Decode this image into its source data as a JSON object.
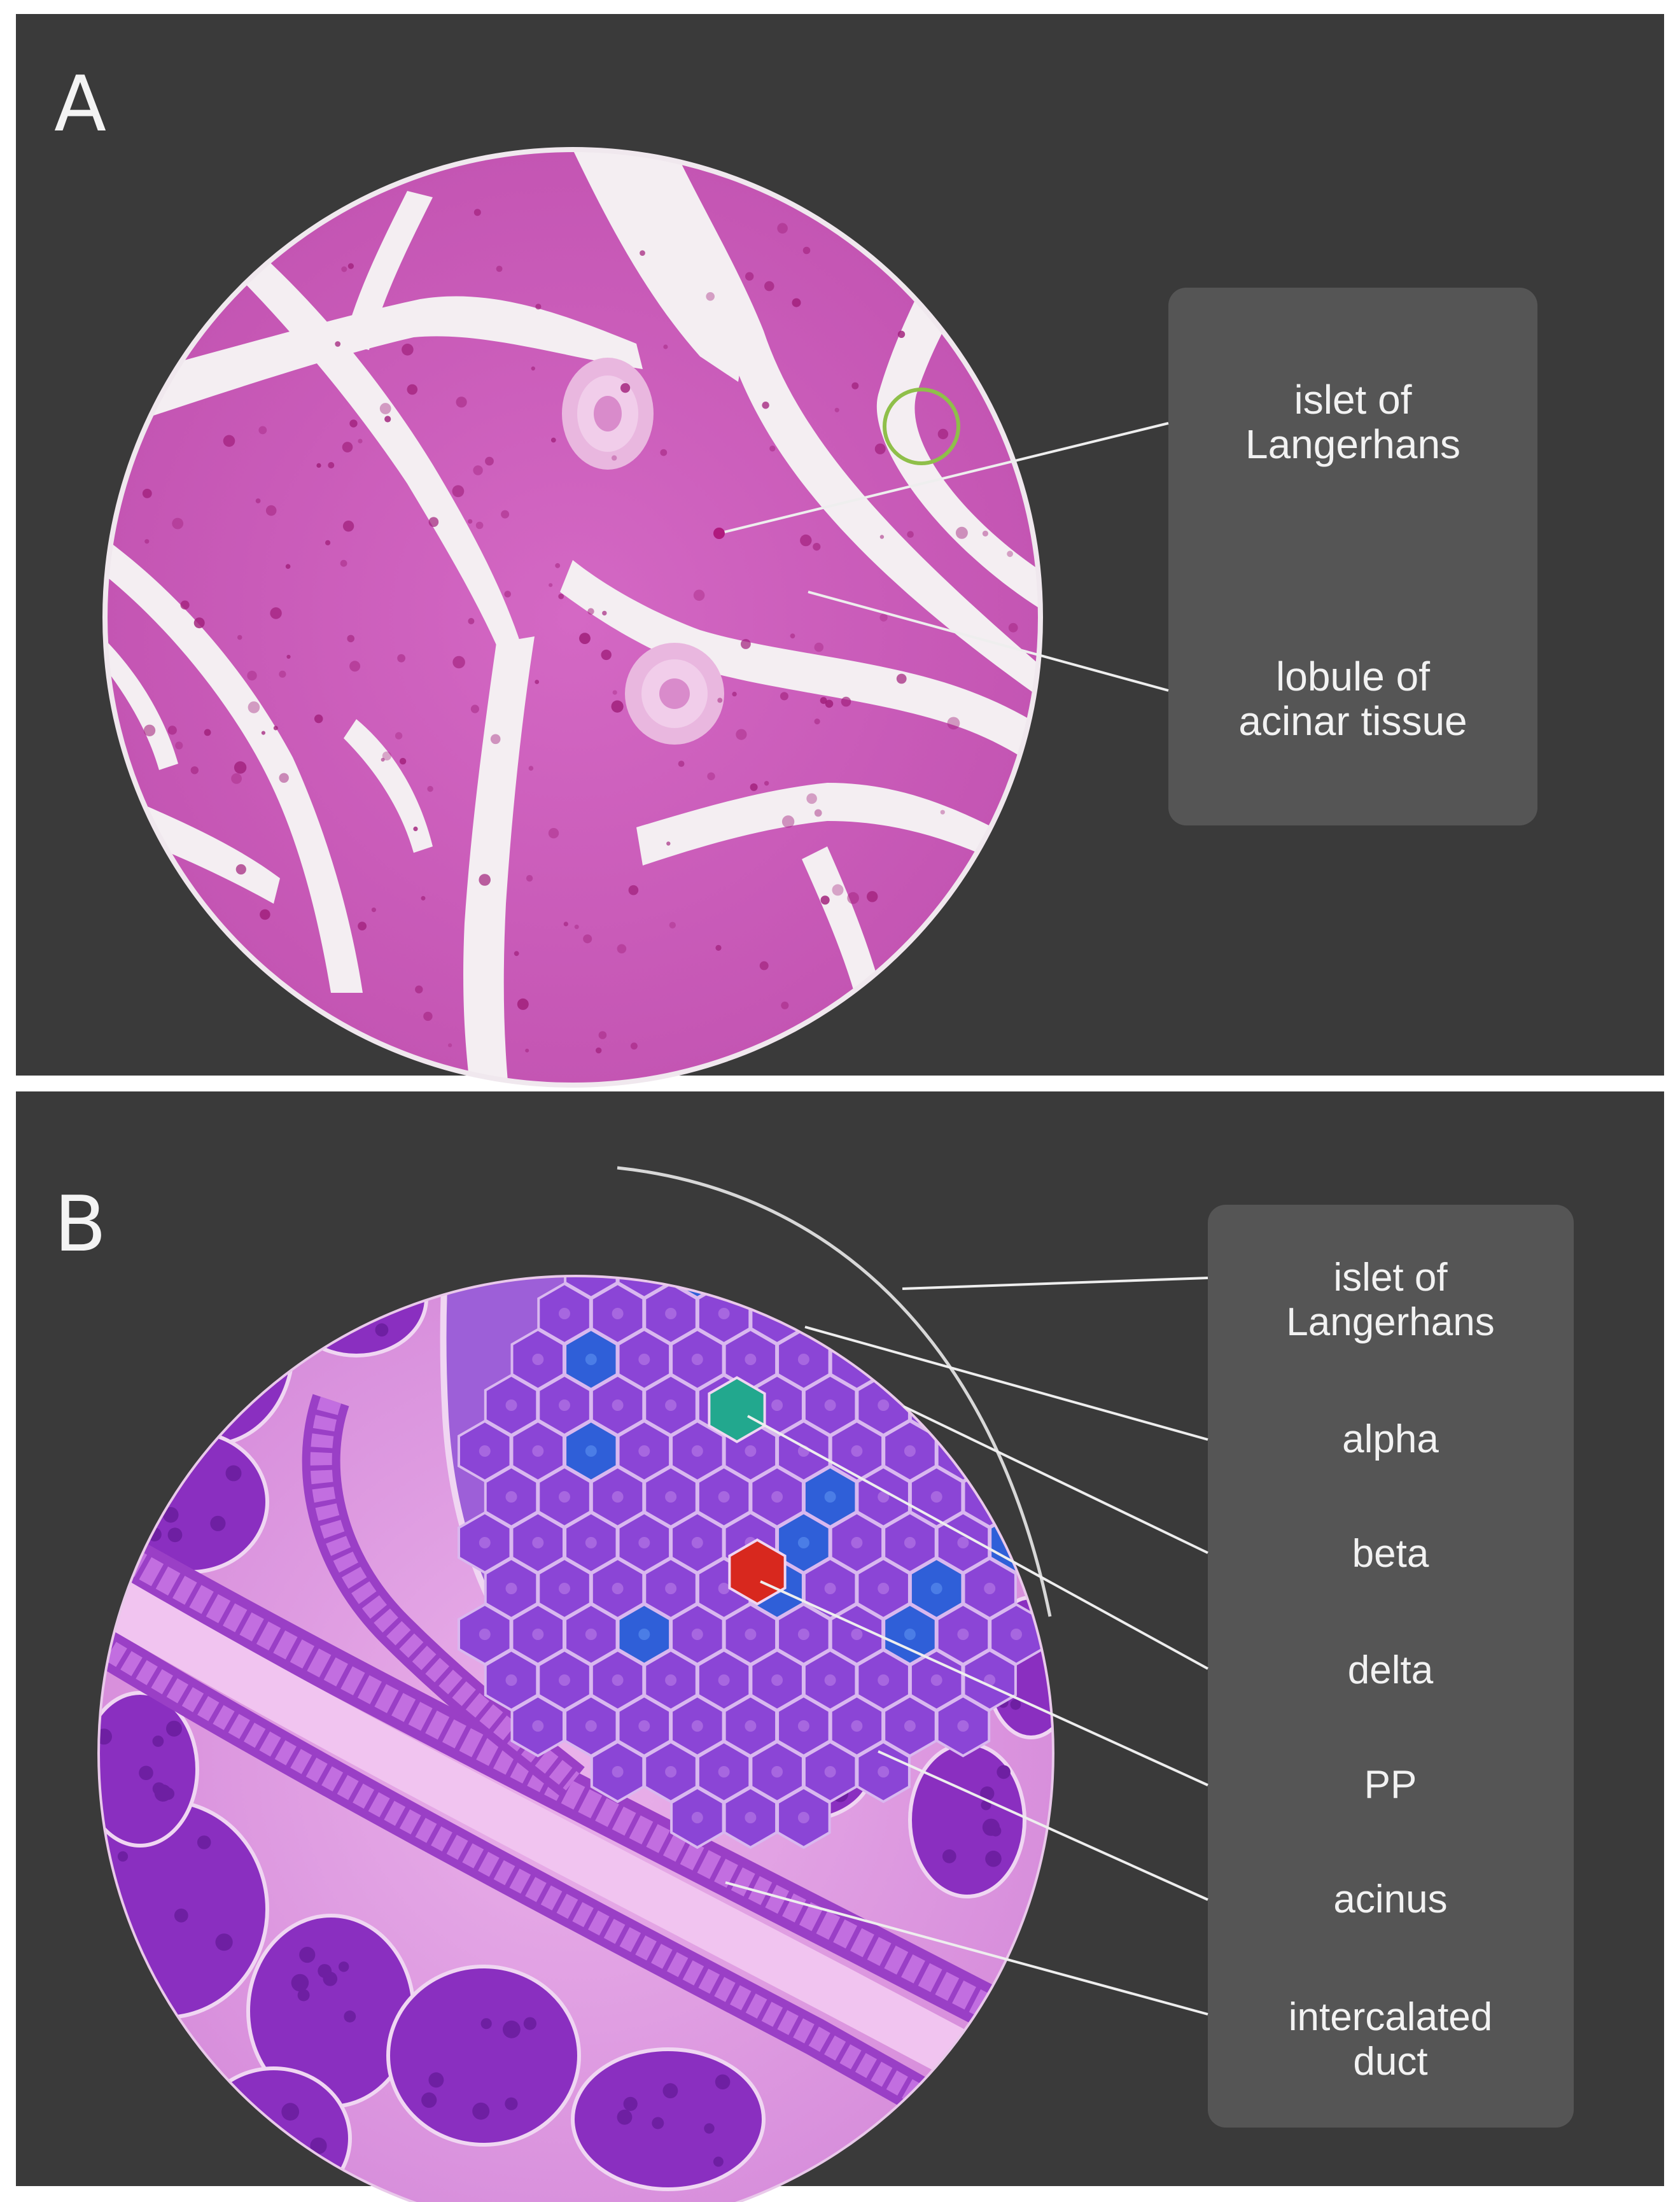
{
  "panel_a": {
    "letter": "A",
    "labels": {
      "islet_line1": "islet of",
      "islet_line2": "Langerhans",
      "lobule_line1": "lobule of",
      "lobule_line2": "acinar tissue"
    }
  },
  "panel_b": {
    "letter": "B",
    "labels": {
      "islet_line1": "islet of",
      "islet_line2": "Langerhans",
      "alpha": "alpha",
      "beta": "beta",
      "delta": "delta",
      "pp": "PP",
      "acinus": "acinus",
      "duct_line1": "intercalated",
      "duct_line2": "duct"
    }
  },
  "colors": {
    "background": "#3a3a3a",
    "label_box": "#555555",
    "tissue_pink": "#cf5fbf",
    "beta_cell": "#8b45d6",
    "alpha_cell": "#2f5fd8",
    "delta_cell": "#22a88e",
    "pp_cell": "#d8281e"
  }
}
